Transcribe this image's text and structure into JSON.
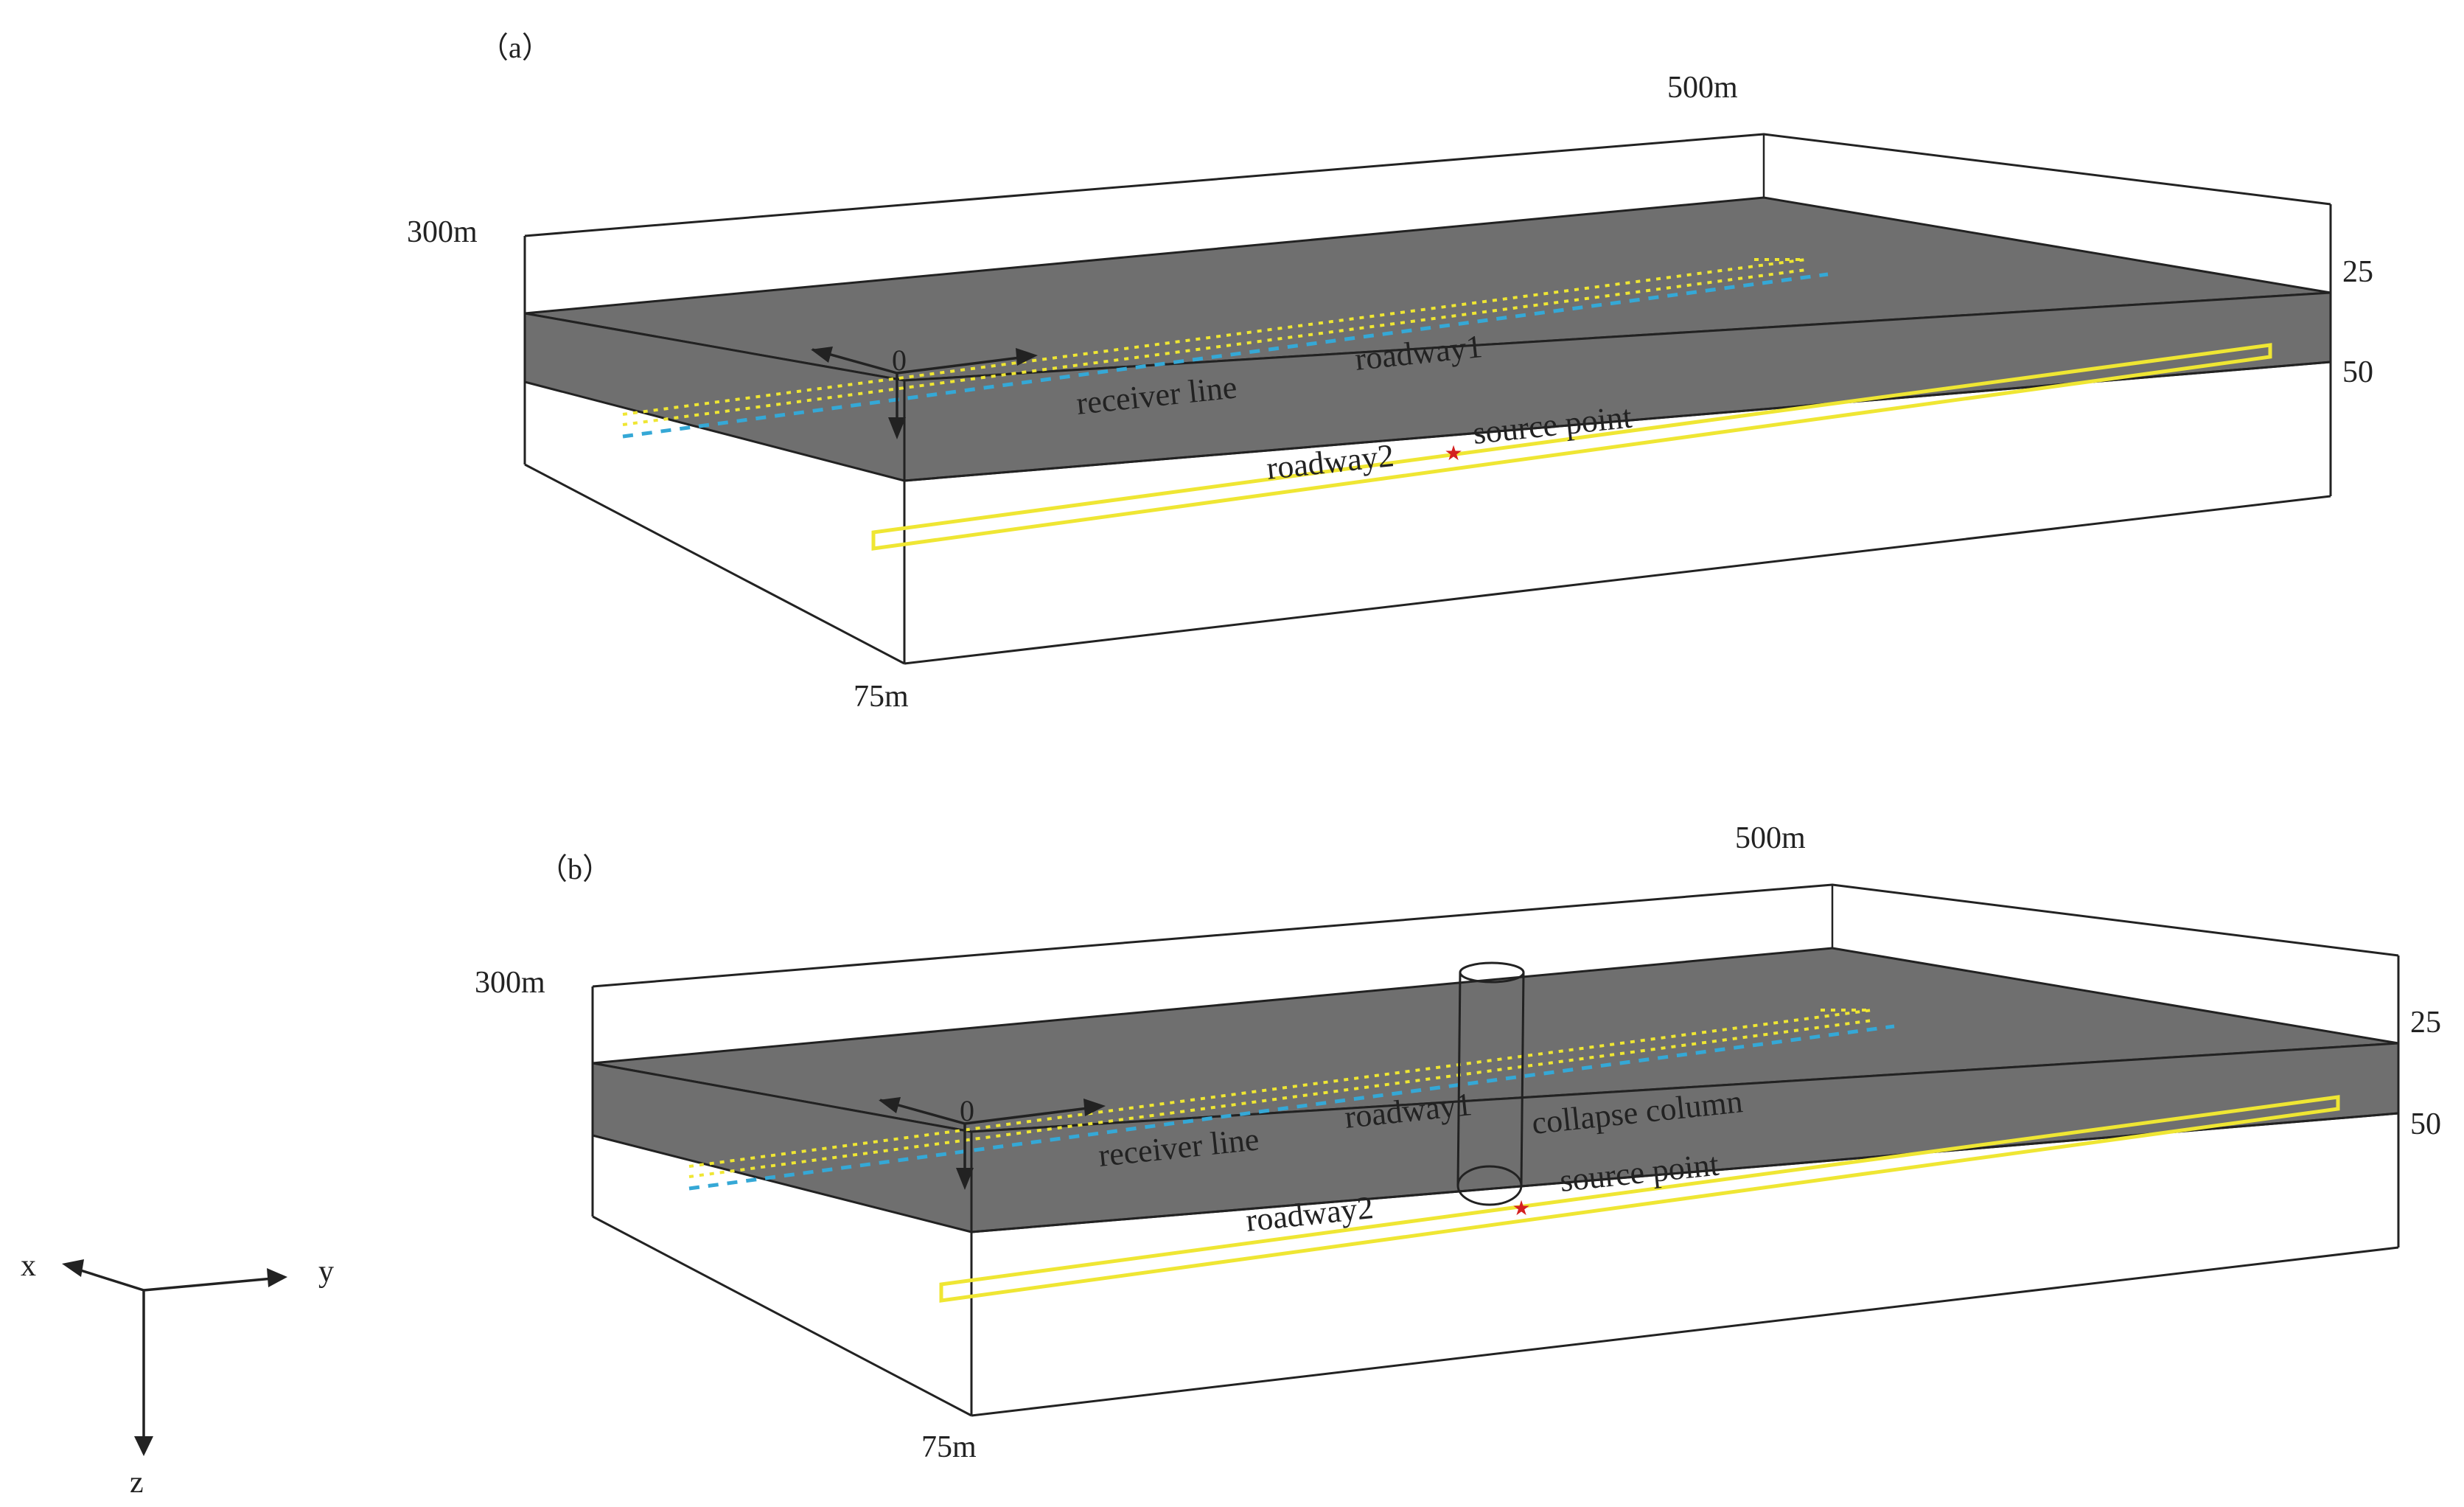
{
  "colors": {
    "layer_fill": "#6f6f6f",
    "roadway": "#efe633",
    "receiver_line": "#35a8d6",
    "source_point": "#d42020",
    "outline": "#222222"
  },
  "axes": {
    "x": "x",
    "y": "y",
    "z": "z"
  },
  "panels": [
    {
      "id": "a",
      "panel_label": "（a）",
      "dim_length": "500m",
      "dim_width": "300m",
      "dim_depth": "75m",
      "depth_top": "25",
      "depth_bottom": "50",
      "origin": "0",
      "labels": {
        "receiver_line": "receiver line",
        "roadway1": "roadway1",
        "roadway2": "roadway2",
        "source_point": "source point"
      }
    },
    {
      "id": "b",
      "panel_label": "（b）",
      "dim_length": "500m",
      "dim_width": "300m",
      "dim_depth": "75m",
      "depth_top": "25",
      "depth_bottom": "50",
      "origin": "0",
      "labels": {
        "receiver_line": "receiver line",
        "roadway1": "roadway1",
        "roadway2": "roadway2",
        "source_point": "source point",
        "collapse_column": "collapse column"
      }
    }
  ]
}
